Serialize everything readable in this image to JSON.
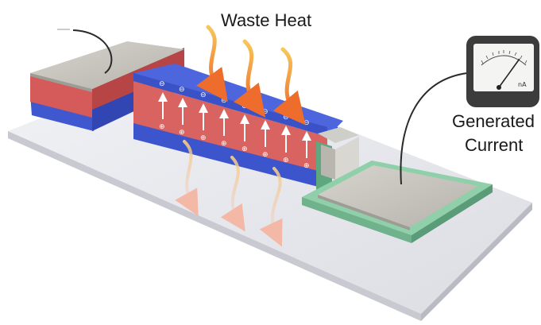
{
  "labels": {
    "waste_heat": "Waste Heat",
    "generated_line1": "Generated",
    "generated_line2": "Current",
    "meter_unit": "nA"
  },
  "charges": {
    "top": "⊖",
    "bottom": "⊕"
  },
  "colors": {
    "substrate": "#e9eaee",
    "hot_layer": "#d9605f",
    "cold_layer": "#4a61d6",
    "pad_metal": "#c8c6bf",
    "contact_green": "#7fbf9b",
    "heat_arrow": "#f08a3c",
    "meter_case": "#3c3c3c"
  }
}
